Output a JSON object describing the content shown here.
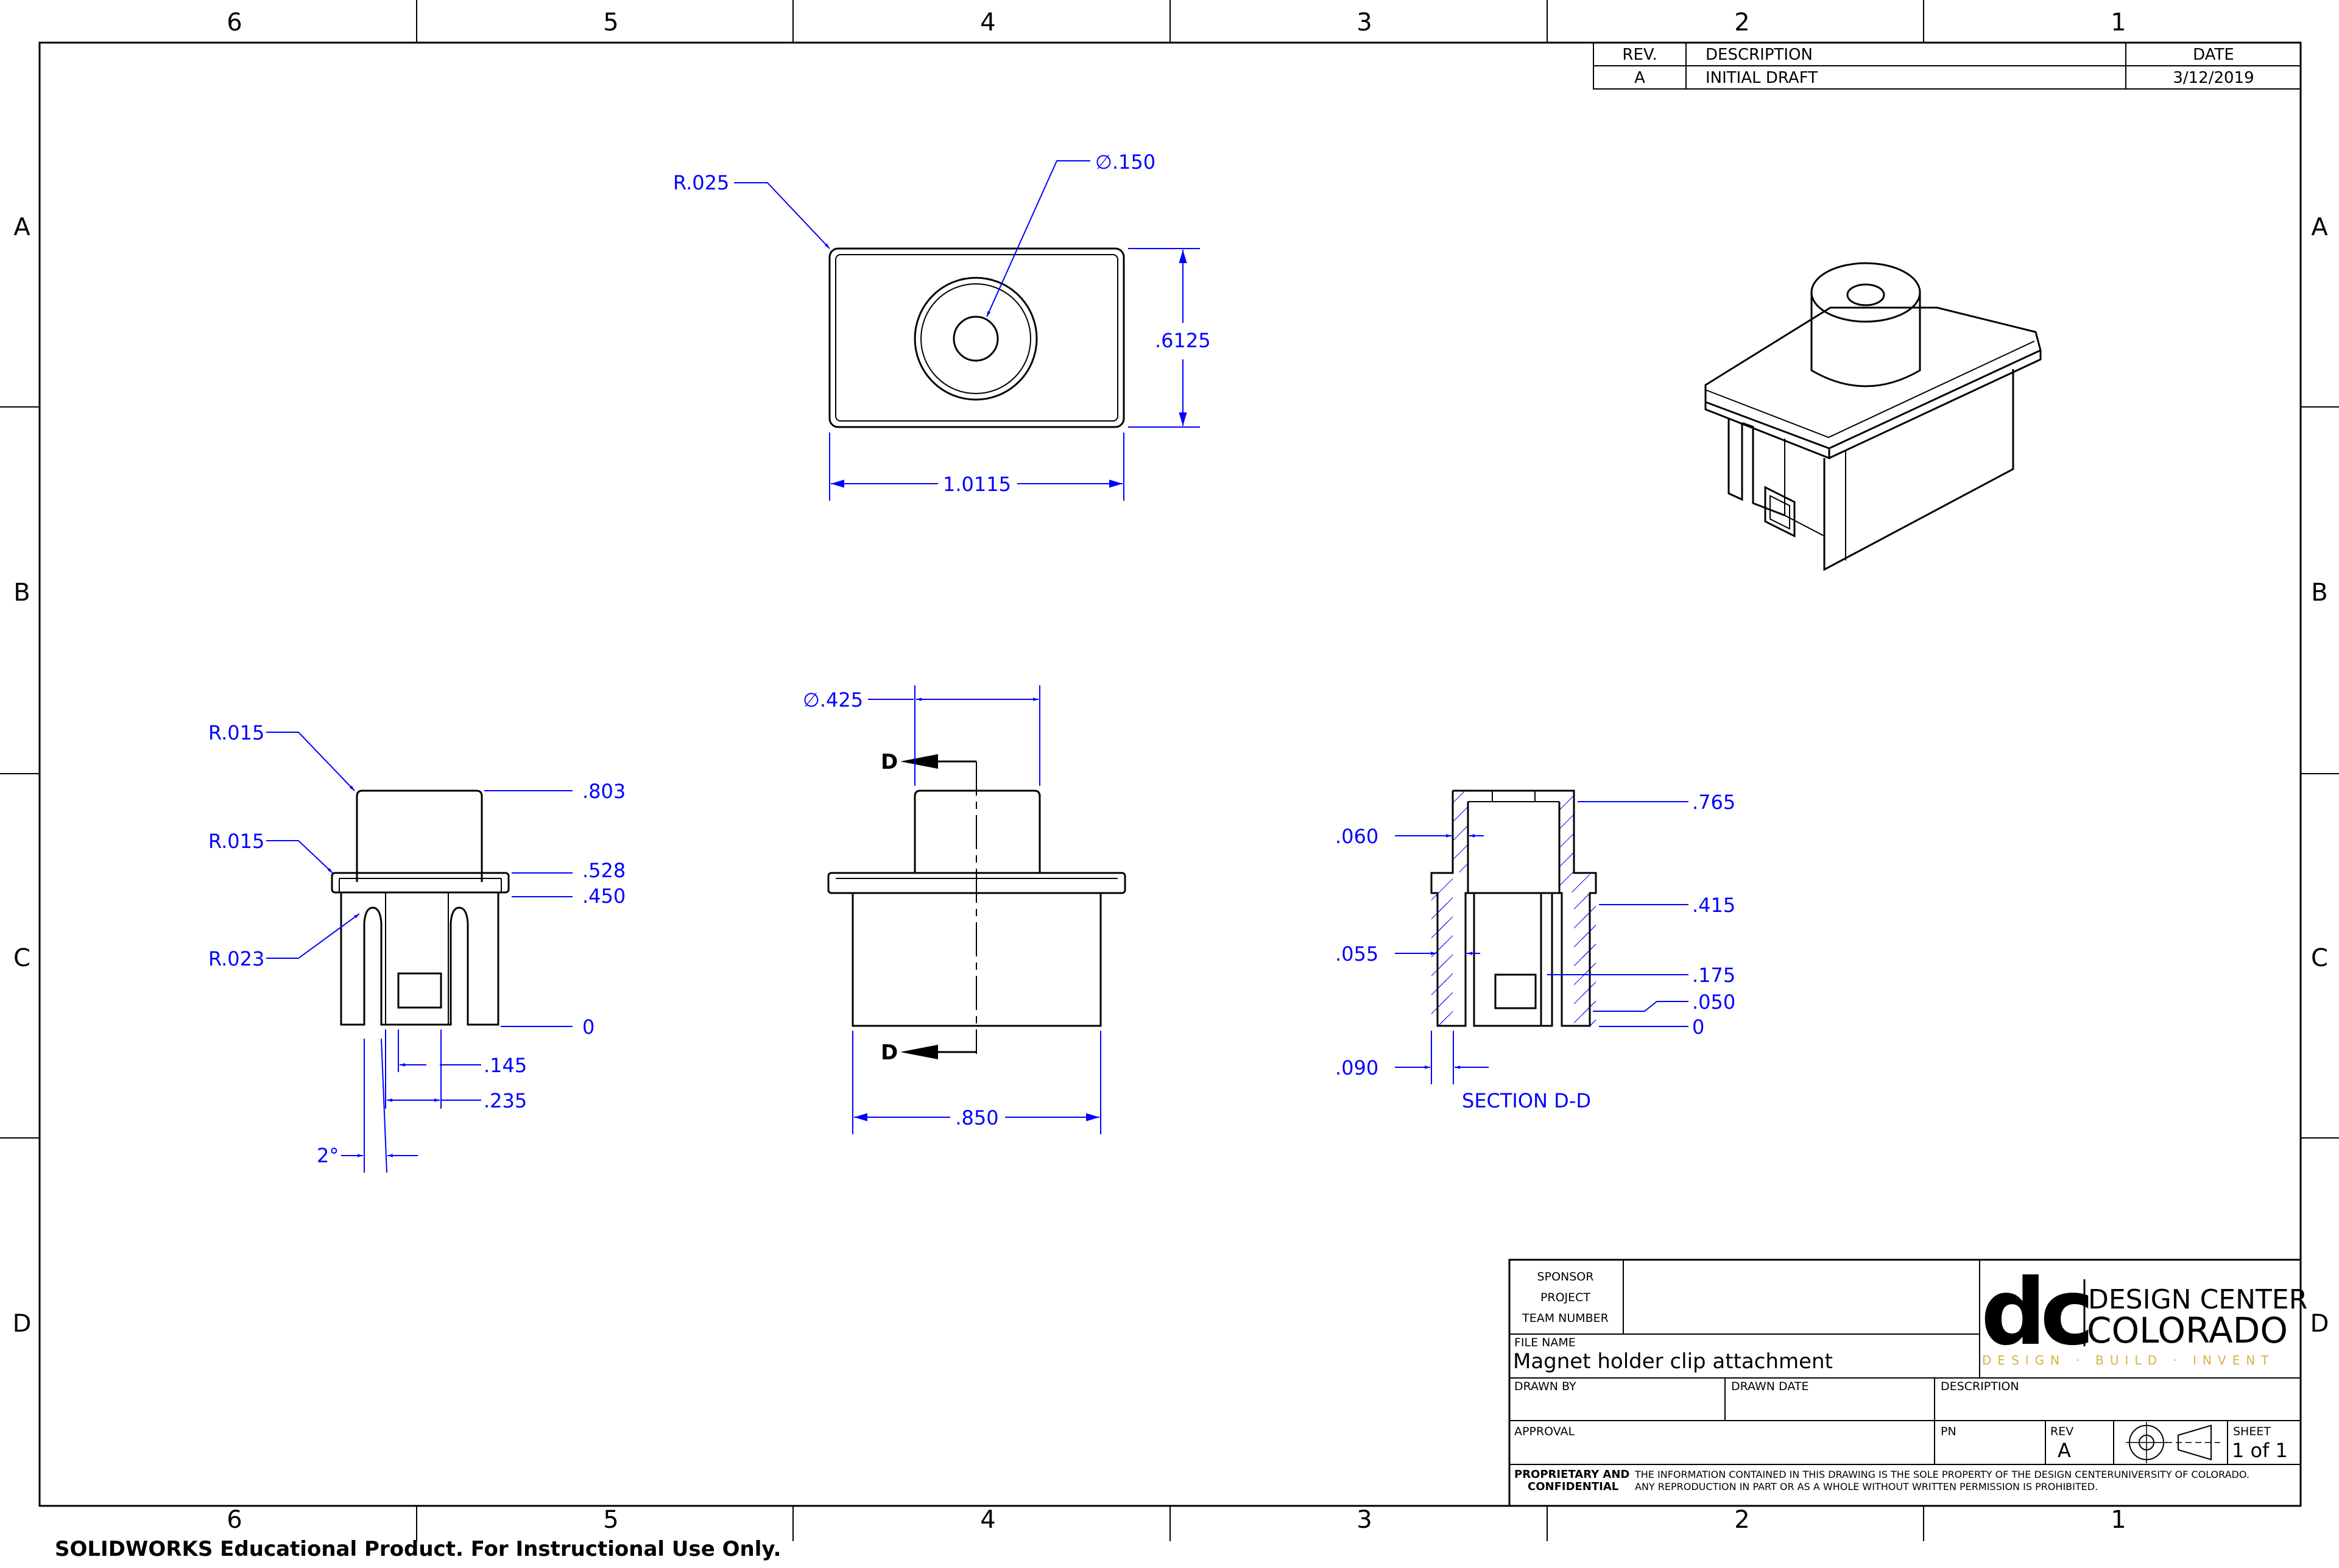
{
  "border": {
    "columns": [
      "6",
      "5",
      "4",
      "3",
      "2",
      "1"
    ],
    "rows": [
      "A",
      "B",
      "C",
      "D"
    ]
  },
  "revision_table": {
    "headers": {
      "rev": "REV.",
      "description": "DESCRIPTION",
      "date": "DATE"
    },
    "rows": [
      {
        "rev": "A",
        "description": "INITIAL DRAFT",
        "date": "3/12/2019"
      }
    ]
  },
  "top_view": {
    "radius": "R.025",
    "hole_diameter": "∅.150",
    "height": ".6125",
    "width": "1.0115"
  },
  "side_view": {
    "fillet_top": "R.015",
    "fillet_flange": "R.015",
    "fillet_clip": "R.023",
    "heights": [
      ".803",
      ".528",
      ".450",
      "0"
    ],
    "window_width": ".145",
    "window_offset": ".235",
    "draft_angle": "2°"
  },
  "front_view": {
    "boss_diameter": "∅.425",
    "section_mark_top": "D",
    "section_mark_bottom": "D",
    "base_width": ".850"
  },
  "section_view": {
    "wall_top": ".060",
    "wall_mid": ".055",
    "wall_bottom": ".090",
    "heights": [
      ".765",
      ".415",
      ".175",
      ".050",
      "0"
    ],
    "title": "SECTION D-D"
  },
  "title_block": {
    "sponsor_label": "SPONSOR",
    "project_label": "PROJECT",
    "team_label": "TEAM NUMBER",
    "file_name_label": "FILE NAME",
    "file_name": "Magnet holder clip attachment",
    "drawn_by_label": "DRAWN BY",
    "drawn_date_label": "DRAWN DATE",
    "description_label": "DESCRIPTION",
    "approval_label": "APPROVAL",
    "pn_label": "PN",
    "rev_label": "REV",
    "rev_value": "A",
    "sheet_label": "SHEET",
    "sheet_value": "1 of 1",
    "proprietary_1": "PROPRIETARY AND",
    "proprietary_2": "CONFIDENTIAL",
    "notice_1": "THE INFORMATION CONTAINED IN THIS DRAWING IS THE SOLE PROPERTY OF THE DESIGN CENTERUNIVERSITY OF COLORADO.",
    "notice_2": "ANY REPRODUCTION IN PART OR AS A WHOLE WITHOUT WRITTEN PERMISSION IS PROHIBITED.",
    "logo_mark": "dc",
    "logo_line1": "DESIGN CENTER",
    "logo_line2": "COLORADO",
    "logo_tagline": "DESIGN · BUILD · INVENT"
  },
  "footer": "SOLIDWORKS Educational Product. For Instructional Use Only."
}
